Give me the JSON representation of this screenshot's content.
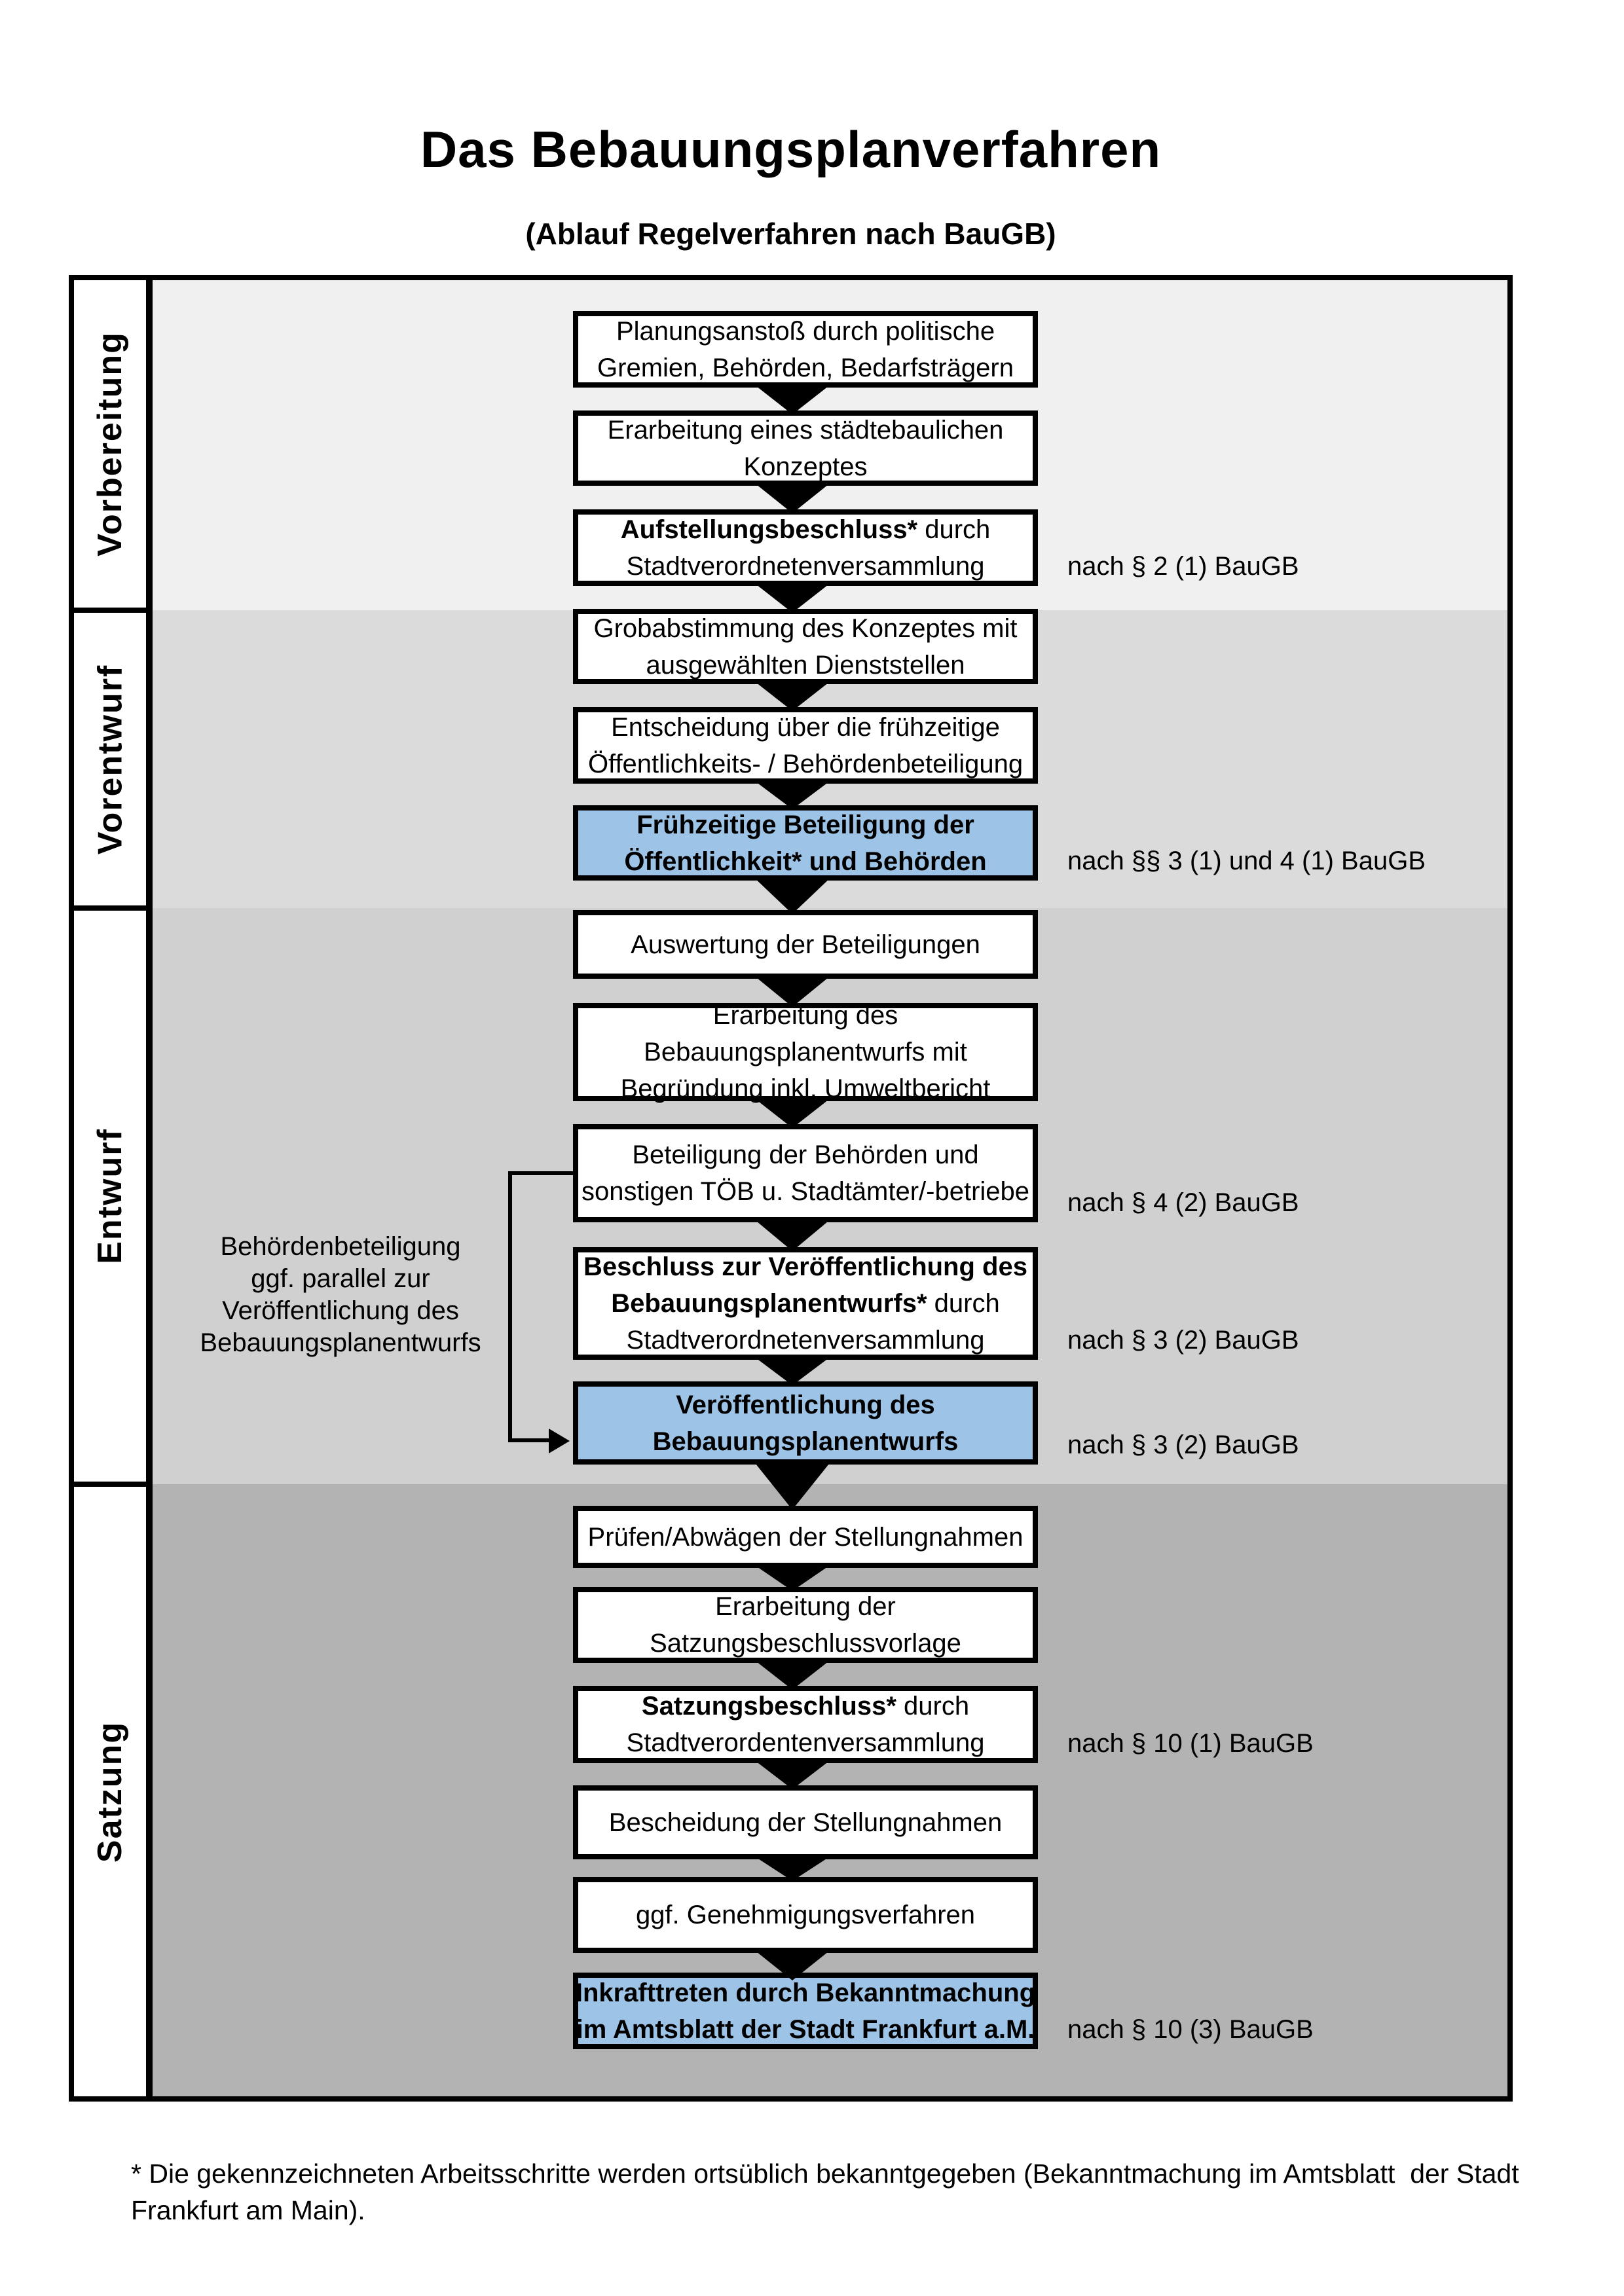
{
  "page": {
    "title": "Das Bebauungsplanverfahren",
    "subtitle": "(Ablauf Regelverfahren nach BauGB)"
  },
  "colors": {
    "highlight_blue": "#9DC3E6",
    "phase_vorbereitung_bg": "#F0F0F0",
    "phase_vorentwurf_bg": "#DBDBDB",
    "phase_entwurf_bg": "#D0D0D0",
    "phase_satzung_bg": "#B3B3B3",
    "box_bg": "#FFFFFF",
    "box_border": "#000000"
  },
  "icons": {
    "flow_arrow": "down-triangle",
    "connector_arrow": "right-triangle"
  },
  "phases": [
    {
      "label": "Vorbereitung"
    },
    {
      "label": "Vorentwurf"
    },
    {
      "label": "Entwurf"
    },
    {
      "label": "Satzung"
    }
  ],
  "boxes": [
    {
      "id": "planungsanstoss",
      "highlight": false,
      "lines": [
        "Planungsanstoß durch politische",
        "Gremien, Behörden, Bedarfsträgern"
      ]
    },
    {
      "id": "staedtebauliches-konzept",
      "highlight": false,
      "lines": [
        "Erarbeitung eines städtebaulichen",
        "Konzeptes"
      ]
    },
    {
      "id": "aufstellungsbeschluss",
      "highlight": false,
      "lines": [
        [
          {
            "t": "Aufstellungsbeschluss*",
            "b": true
          },
          {
            "t": " durch",
            "b": false
          }
        ],
        "Stadtverordnetenversammlung"
      ]
    },
    {
      "id": "grobabstimmung",
      "highlight": false,
      "lines": [
        "Grobabstimmung des Konzeptes mit",
        "ausgewählten Dienststellen"
      ]
    },
    {
      "id": "entscheidung-fruehzeitige-beteiligung",
      "highlight": false,
      "lines": [
        "Entscheidung über die frühzeitige",
        "Öffentlichkeits- / Behördenbeteiligung"
      ]
    },
    {
      "id": "fruehzeitige-beteiligung",
      "highlight": true,
      "lines": [
        "Frühzeitige Beteiligung der",
        "Öffentlichkeit* und Behörden"
      ]
    },
    {
      "id": "auswertung-beteiligungen",
      "highlight": false,
      "lines": [
        "Auswertung der Beteiligungen"
      ]
    },
    {
      "id": "erarbeitung-bebauungsplanentwurf",
      "highlight": false,
      "lines": [
        "Erarbeitung des",
        "Bebauungsplanentwurfs mit",
        "Begründung inkl. Umweltbericht"
      ]
    },
    {
      "id": "beteiligung-behoerden-toeb",
      "highlight": false,
      "lines": [
        "Beteiligung der Behörden und",
        "sonstigen TÖB u. Stadtämter/-betriebe"
      ]
    },
    {
      "id": "beschluss-veroeffentlichung",
      "highlight": false,
      "lines": [
        [
          {
            "t": "Beschluss zur Veröffentlichung des",
            "b": true
          }
        ],
        [
          {
            "t": "Bebauungsplanentwurfs*",
            "b": true
          },
          {
            "t": " durch",
            "b": false
          }
        ],
        "Stadtverordnetenversammlung"
      ]
    },
    {
      "id": "veroeffentlichung-entwurf",
      "highlight": true,
      "lines": [
        "Veröffentlichung des",
        "Bebauungsplanentwurfs"
      ]
    },
    {
      "id": "pruefen-abwaegen",
      "highlight": false,
      "lines": [
        "Prüfen/Abwägen der Stellungnahmen"
      ]
    },
    {
      "id": "satzungsbeschlussvorlage",
      "highlight": false,
      "lines": [
        "Erarbeitung der",
        "Satzungsbeschlussvorlage"
      ]
    },
    {
      "id": "satzungsbeschluss",
      "highlight": false,
      "lines": [
        [
          {
            "t": "Satzungsbeschluss*",
            "b": true
          },
          {
            "t": " durch",
            "b": false
          }
        ],
        "Stadtverordentenversammlung"
      ]
    },
    {
      "id": "bescheidung-stellungnahmen",
      "highlight": false,
      "lines": [
        "Bescheidung der Stellungnahmen"
      ]
    },
    {
      "id": "genehmigungsverfahren",
      "highlight": false,
      "lines": [
        "ggf. Genehmigungsverfahren"
      ]
    },
    {
      "id": "inkrafttreten",
      "highlight": true,
      "lines": [
        [
          {
            "t": "Inkrafttreten",
            "b": true
          },
          {
            "t": " durch Bekanntmachung",
            "b": false
          }
        ],
        [
          {
            "t": "im Amtsblatt der Stadt Frankfurt a.M.",
            "b": true
          }
        ]
      ]
    }
  ],
  "annotations": [
    {
      "text": "nach § 2 (1) BauGB"
    },
    {
      "text": "nach §§ 3 (1) und 4 (1) BauGB"
    },
    {
      "text": "nach § 4 (2) BauGB"
    },
    {
      "text": "nach § 3 (2) BauGB"
    },
    {
      "text": "nach § 3 (2) BauGB"
    },
    {
      "text": "nach § 10 (1) BauGB"
    },
    {
      "text": "nach § 10 (3) BauGB"
    }
  ],
  "side_note": {
    "lines": [
      "Behördenbeteiligung",
      "ggf. parallel zur",
      "Veröffentlichung des",
      "Bebauungsplanentwurfs"
    ]
  },
  "footnote": {
    "lines": [
      "* Die gekennzeichneten Arbeitsschritte werden ortsüblich bekanntgegeben (Bekanntmachung im Amtsblatt  der Stadt",
      "Frankfurt am Main)."
    ]
  }
}
